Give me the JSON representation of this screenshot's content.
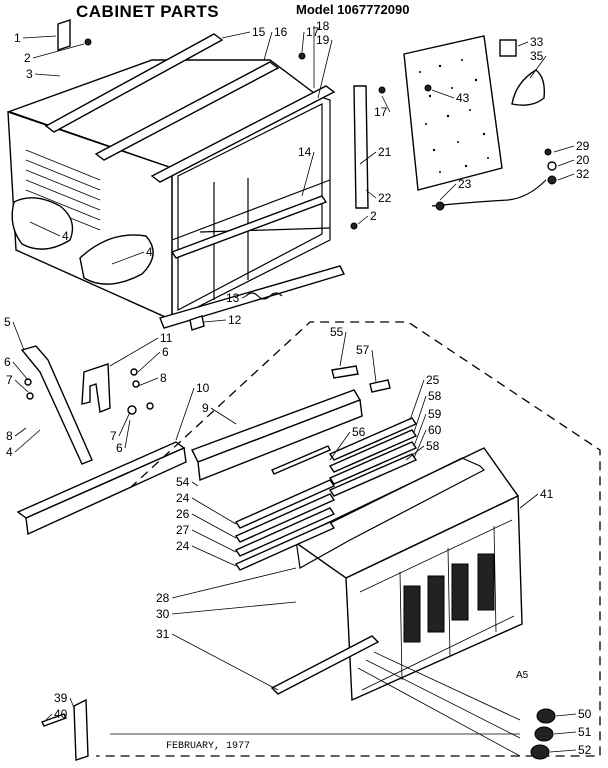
{
  "header": {
    "title": "CABINET PARTS",
    "model": "Model 1067772090"
  },
  "footer": {
    "date": "FEBRUARY, 1977",
    "code": "A5"
  },
  "callouts": [
    "1",
    "2",
    "3",
    "15",
    "16",
    "17",
    "18",
    "19",
    "33",
    "35",
    "43",
    "17",
    "21",
    "22",
    "29",
    "20",
    "32",
    "23",
    "2",
    "14",
    "4",
    "4",
    "13",
    "12",
    "5",
    "11",
    "6",
    "6",
    "8",
    "7",
    "7",
    "8",
    "4",
    "10",
    "9",
    "6",
    "55",
    "57",
    "25",
    "58",
    "59",
    "60",
    "58",
    "56",
    "54",
    "41",
    "24",
    "26",
    "27",
    "24",
    "28",
    "30",
    "31",
    "39",
    "40",
    "50",
    "51",
    "52"
  ]
}
